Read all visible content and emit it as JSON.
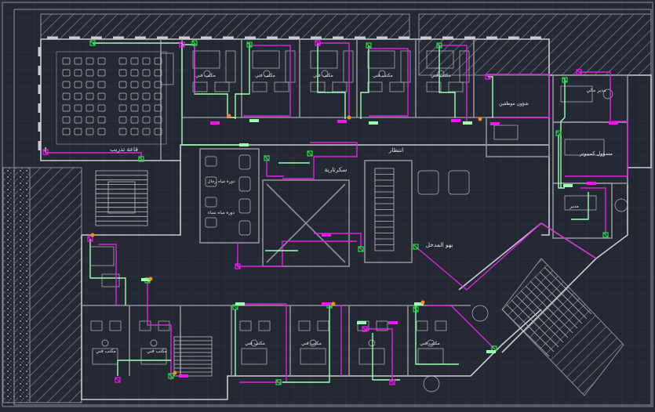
{
  "colors": {
    "background": "#232833",
    "grid": "#2e3441",
    "wall": "#c9cbd0",
    "wall_dim": "#8c9099",
    "furniture": "#b8bbc2",
    "cable_magenta": "#e020e0",
    "cable_green": "#9dffb0",
    "device_green": "#22e040",
    "device_magenta": "#ff10ff",
    "accent_orange": "#ff8a20",
    "hatch": "#6f737c"
  },
  "rooms": {
    "training_hall": "قاعة تدريب",
    "waiting": "انتظار",
    "secretary": "سكرتارية",
    "lobby": "بهو المدخل",
    "mens_wc": "دورة مياه رجال",
    "womens_wc": "دورة مياه نساء",
    "tech_office_1": "مكتب فني",
    "tech_office_2": "مكتب فني",
    "tech_office_3": "مكتب فني",
    "tech_office_4": "مكتب فني",
    "tech_office_5": "مكتب فني",
    "tech_office_6": "مكتب فني",
    "tech_office_7": "مكتب فني",
    "tech_office_8": "مكتب فني",
    "tech_office_9": "مكتب فني",
    "tech_office_10": "مكتب فني",
    "staff_affairs": "شؤون موظفين",
    "mgr_office": "مدير مالي",
    "gm_office": "مسؤول كمبيوتر",
    "office": "مدير"
  }
}
